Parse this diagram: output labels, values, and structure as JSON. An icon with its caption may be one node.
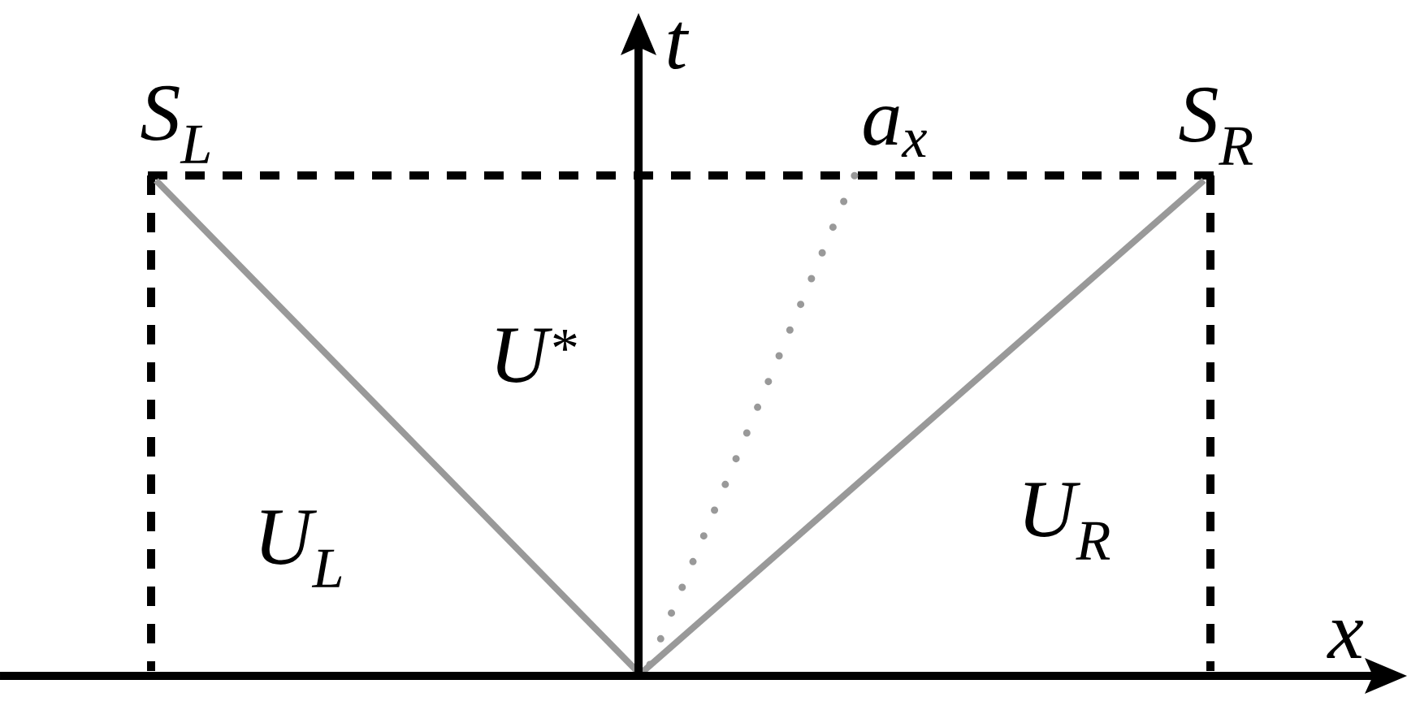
{
  "diagram": {
    "labels": [
      "t",
      "S$_{L}$",
      "a$_{x}$",
      "S$_{R}$",
      "U$^{*}$",
      "U$_{L}$",
      "U$_{R}$",
      "x"
    ]
  }
}
